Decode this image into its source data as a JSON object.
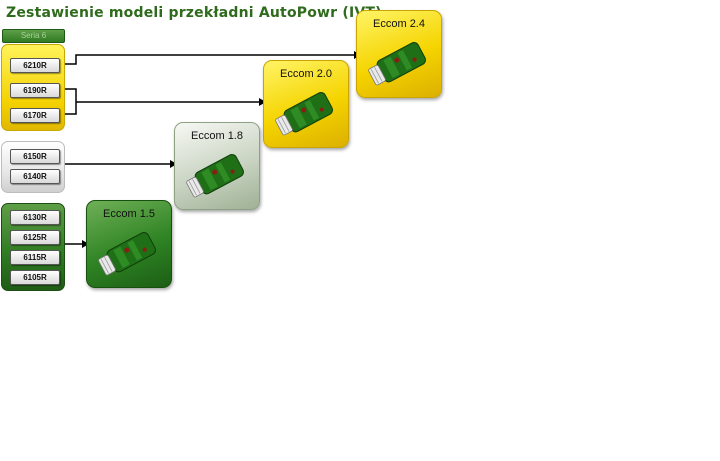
{
  "title": "Zestawienie modeli przekładni AutoPowr (IVT)",
  "seria_tab": "Seria 6",
  "groups": {
    "yellow": [
      "6210R",
      "6190R",
      "6170R"
    ],
    "gray": [
      "6150R",
      "6140R"
    ],
    "green": [
      "6130R",
      "6125R",
      "6115R",
      "6105R"
    ]
  },
  "transmissions": {
    "eccom24": "Eccom 2.4",
    "eccom20": "Eccom 2.0",
    "eccom18": "Eccom 1.8",
    "eccom15": "Eccom 1.5"
  },
  "colors": {
    "title": "#2f6b1c",
    "yellow": "#f3d000",
    "gray": "#cfcfcf",
    "green": "#2f7a22"
  },
  "icons": {
    "transmission": "transmission-icon"
  }
}
